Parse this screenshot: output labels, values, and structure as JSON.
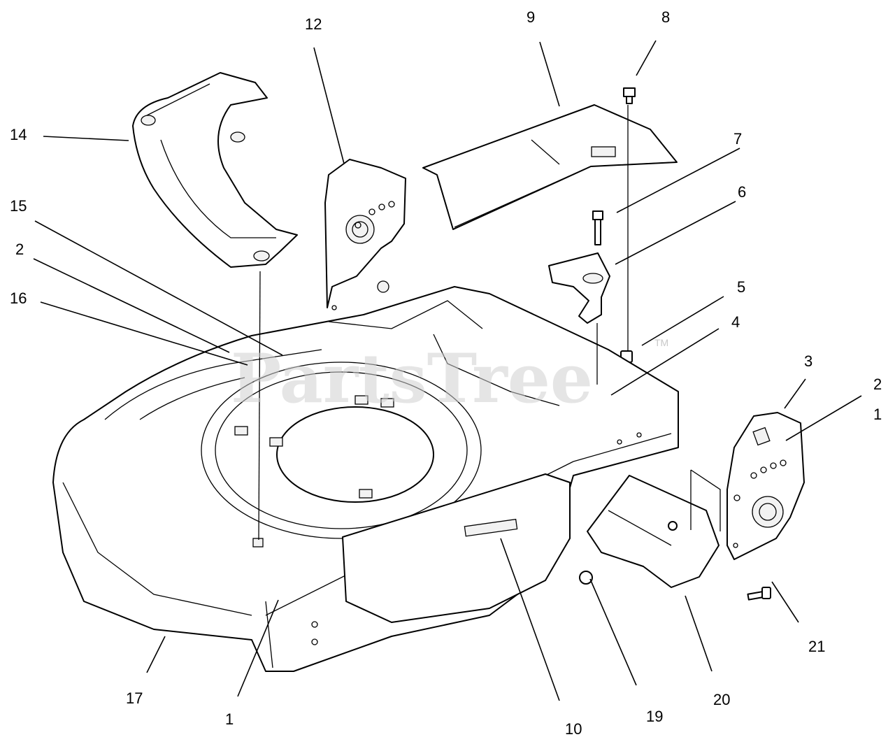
{
  "watermark": {
    "text": "PartsTree",
    "trademark": "TM"
  },
  "callouts": [
    {
      "id": "c-12",
      "number": "12"
    },
    {
      "id": "c-9",
      "number": "9"
    },
    {
      "id": "c-8",
      "number": "8"
    },
    {
      "id": "c-14",
      "number": "14"
    },
    {
      "id": "c-7",
      "number": "7"
    },
    {
      "id": "c-6",
      "number": "6"
    },
    {
      "id": "c-15",
      "number": "15"
    },
    {
      "id": "c-2a",
      "number": "2"
    },
    {
      "id": "c-16",
      "number": "16"
    },
    {
      "id": "c-5",
      "number": "5"
    },
    {
      "id": "c-4",
      "number": "4"
    },
    {
      "id": "c-3",
      "number": "3"
    },
    {
      "id": "c-2b",
      "number": "2"
    },
    {
      "id": "c-1a",
      "number": "1"
    },
    {
      "id": "c-21",
      "number": "21"
    },
    {
      "id": "c-17",
      "number": "17"
    },
    {
      "id": "c-1b",
      "number": "1"
    },
    {
      "id": "c-10",
      "number": "10"
    },
    {
      "id": "c-19",
      "number": "19"
    },
    {
      "id": "c-20",
      "number": "20"
    }
  ]
}
